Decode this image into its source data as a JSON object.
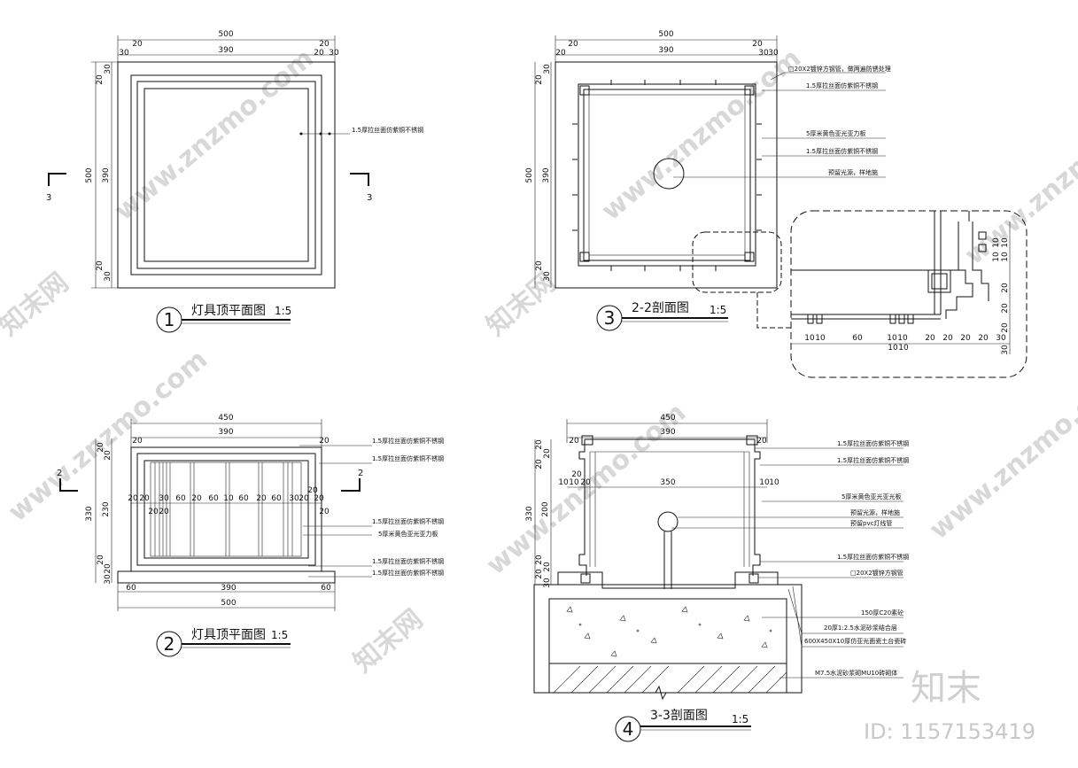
{
  "watermark": {
    "text": "www.znzmo.com",
    "logo": "知末网"
  },
  "brand": {
    "logo_text": "知末",
    "id_label": "ID: 1157153419"
  },
  "drawings": [
    {
      "key": "d1",
      "number": "1",
      "title": "灯具顶平面图",
      "scale": "1:5",
      "dims_top": [
        "500",
        "390",
        "20",
        "20",
        "30",
        "20",
        "20",
        "30"
      ],
      "dims_left": [
        "500",
        "390",
        "20",
        "30",
        "20",
        "20",
        "30"
      ],
      "section_mark": "3",
      "notes": [
        "1.5厚拉丝面仿紫铜不锈钢"
      ]
    },
    {
      "key": "d2",
      "number": "3",
      "title": "2-2剖面图",
      "scale": "1:5",
      "dims_top": [
        "500",
        "390",
        "20",
        "20",
        "20",
        "30",
        "30",
        "20"
      ],
      "dims_left": [
        "500",
        "390",
        "20",
        "30",
        "20",
        "20",
        "30"
      ],
      "notes": [
        "□20X2镀锌方钢管，做两遍防锈处理",
        "1.5厚拉丝面仿紫铜不锈钢",
        "5厚米黄色亚光亚力板",
        "1.5厚拉丝面仿紫铜不锈钢",
        "预留光源，样地施"
      ],
      "detail_dims_bottom": [
        "10",
        "10",
        "60",
        "10",
        "10",
        "10",
        "10",
        "20",
        "20",
        "20",
        "20",
        "30"
      ],
      "detail_dims_right": [
        "10",
        "10",
        "10",
        "10",
        "20",
        "20",
        "20",
        "30"
      ]
    },
    {
      "key": "d3",
      "number": "2",
      "title": "灯具顶平面图",
      "scale": "1:5",
      "dims_top": [
        "450",
        "390",
        "20",
        "20"
      ],
      "dims_inner": [
        "20",
        "20",
        "20",
        "30",
        "60",
        "20",
        "60",
        "10",
        "60",
        "20",
        "60",
        "30",
        "20",
        "20",
        "20",
        "20",
        "20"
      ],
      "dims_bottom": [
        "60",
        "390",
        "60",
        "500"
      ],
      "dims_left": [
        "330",
        "230",
        "20",
        "20",
        "20",
        "20",
        "30"
      ],
      "section_mark": "2",
      "notes": [
        "1.5厚拉丝面仿紫铜不锈钢",
        "1.5厚拉丝面仿紫铜不锈钢",
        "1.5厚拉丝面仿紫铜不锈钢",
        "5厚米黄色亚光亚力板",
        "1.5厚拉丝面仿紫铜不锈钢",
        "1.5厚拉丝面仿紫铜不锈钢"
      ]
    },
    {
      "key": "d4",
      "number": "4",
      "title": "3-3剖面图",
      "scale": "1:5",
      "dims_top": [
        "450",
        "390",
        "20",
        "20"
      ],
      "dims_inner": [
        "350",
        "10",
        "10",
        "20",
        "20",
        "10",
        "10"
      ],
      "dims_left": [
        "330",
        "200",
        "20",
        "20",
        "20",
        "20",
        "20",
        "20",
        "30"
      ],
      "notes": [
        "1.5厚拉丝面仿紫铜不锈钢",
        "1.5厚拉丝面仿紫铜不锈钢",
        "5厚米黄色亚光亚光板",
        "预留光源，样地施",
        "预留pvc灯线管",
        "1.5厚拉丝面仿紫铜不锈钢",
        "□20X2镀锌方钢管",
        "150厚C20素砼",
        "20厚1:2.5水泥砂浆结合层",
        "600X450X10厚仿亚光面瓷土台瓷砖",
        "M7.5水泥砂浆砌MU10砖砌体"
      ]
    }
  ]
}
